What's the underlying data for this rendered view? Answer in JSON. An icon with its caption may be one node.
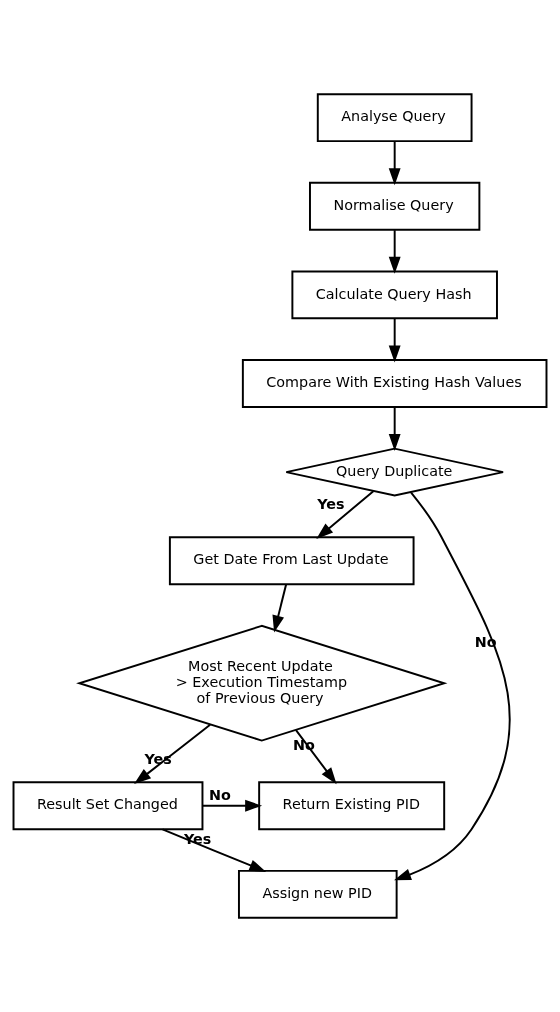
{
  "diagram": {
    "nodes": [
      {
        "text": [
          "Analyse Query"
        ]
      },
      {
        "text": [
          "Normalise Query"
        ]
      },
      {
        "text": [
          "Calculate Query Hash"
        ]
      },
      {
        "text": [
          "Compare With Existing Hash Values"
        ]
      },
      {
        "text": [
          "Query Duplicate"
        ]
      },
      {
        "text": [
          "Get Date From Last Update"
        ]
      },
      {
        "text": [
          "Most Recent Update > Execution Timestamp of Previous Query"
        ]
      },
      {
        "text": [
          "Result Set Changed"
        ]
      },
      {
        "text": [
          "Return Existing PID"
        ]
      },
      {
        "text": [
          "Assign new PID"
        ]
      }
    ],
    "edges": [
      {
        "from": 0,
        "to": 1,
        "arrow": "to"
      },
      {
        "from": 1,
        "to": 2,
        "arrow": "to"
      },
      {
        "from": 2,
        "to": 3,
        "arrow": "to"
      },
      {
        "from": 3,
        "to": 4,
        "arrow": "to"
      },
      {
        "from": 4,
        "to": 5,
        "arrow": "to",
        "label": "Yes"
      },
      {
        "from": 4,
        "to": 9,
        "arrow": "to",
        "label": "No"
      },
      {
        "from": 5,
        "to": 6,
        "arrow": "to"
      },
      {
        "from": 6,
        "to": 7,
        "arrow": "to",
        "label": "Yes"
      },
      {
        "from": 6,
        "to": 8,
        "arrow": "to",
        "label": "No"
      },
      {
        "from": 7,
        "to": 8,
        "arrow": "to",
        "label": "No"
      },
      {
        "from": 7,
        "to": 9,
        "arrow": "to",
        "label": "Yes"
      }
    ]
  }
}
